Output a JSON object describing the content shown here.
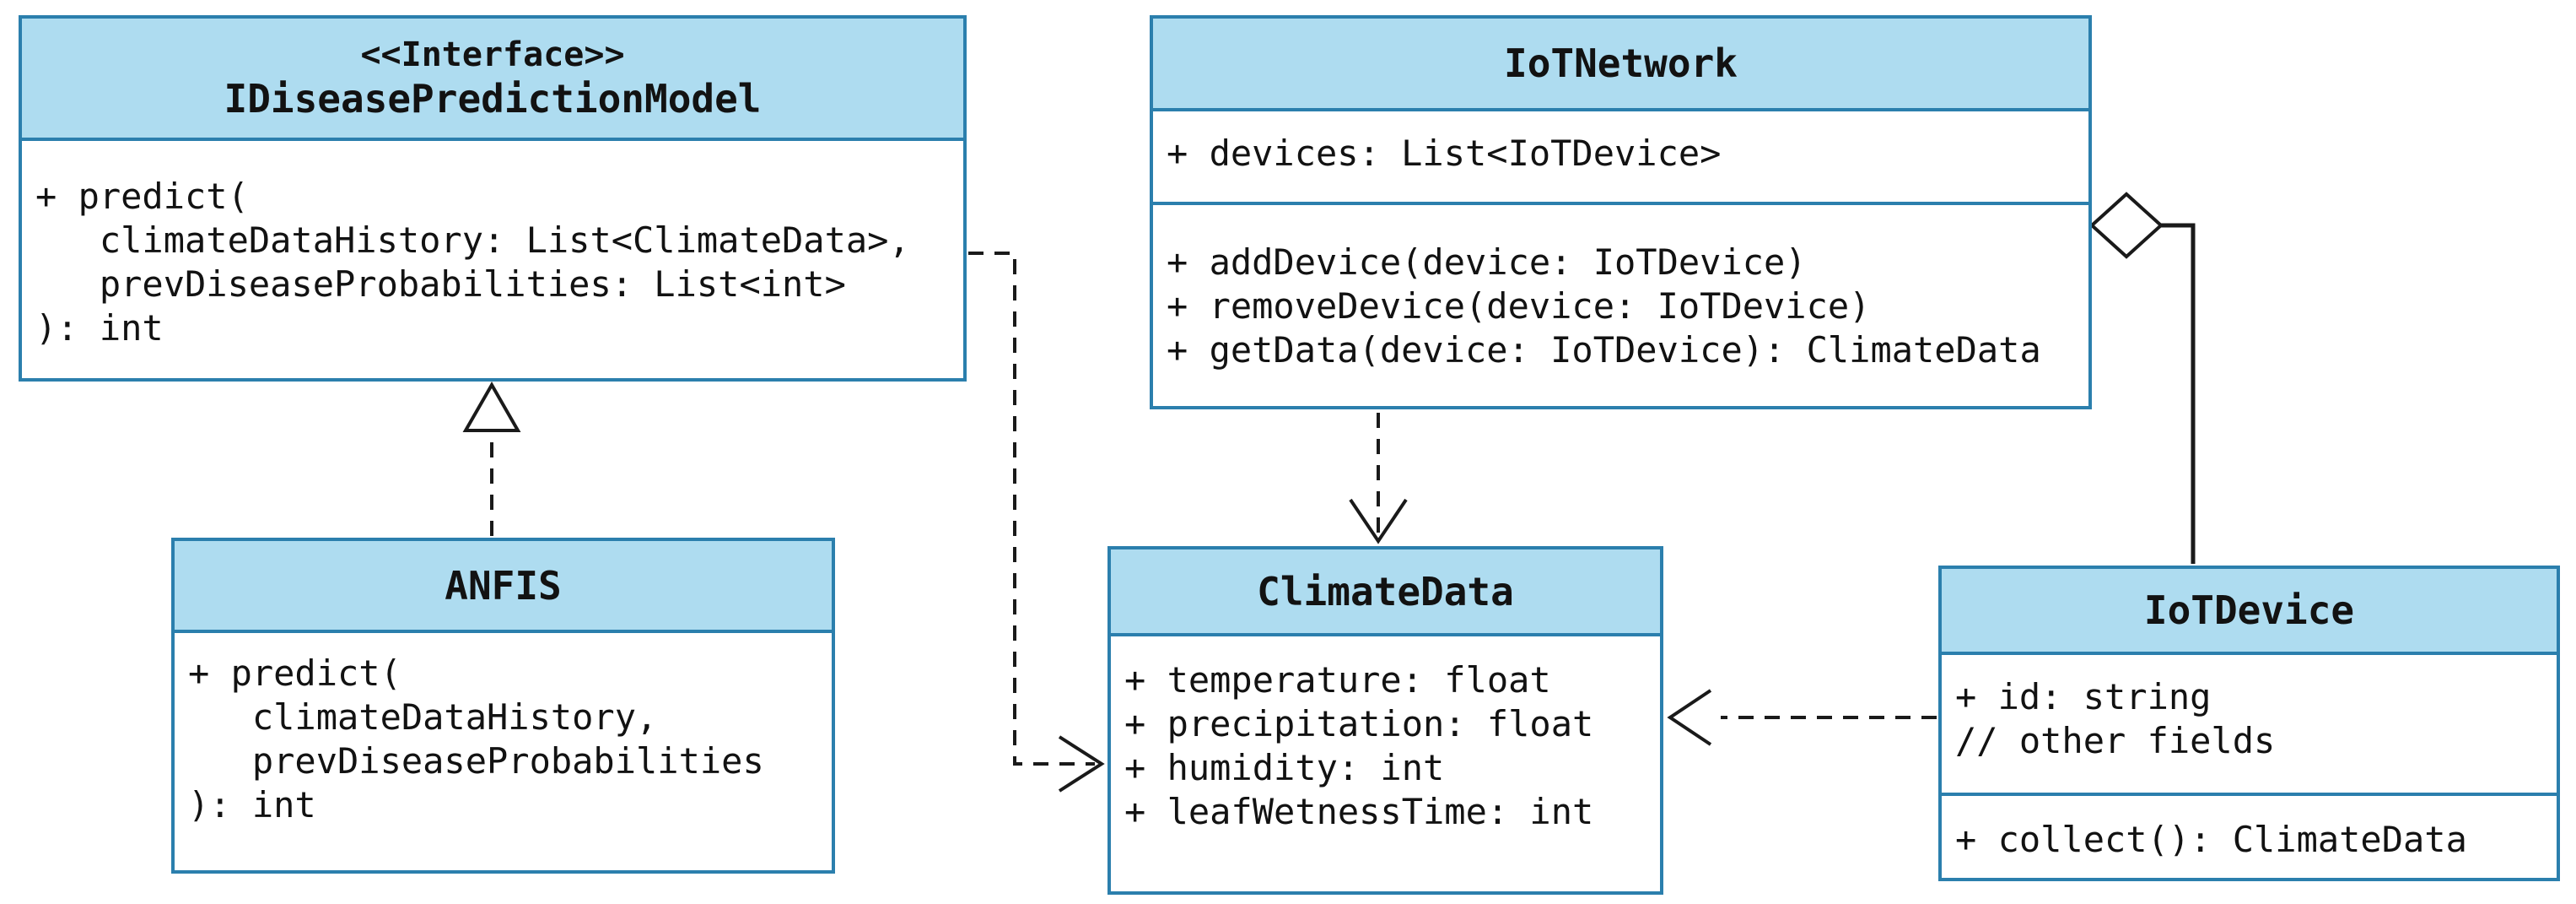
{
  "diagram": {
    "kind": "uml-class-diagram",
    "colors": {
      "header_fill": "#AEDCF0",
      "box_border": "#2B7FAD",
      "connector": "#1A1A1A",
      "background": "#FFFFFF"
    },
    "classes": {
      "interface_model": {
        "stereotype": "<<Interface>>",
        "name": "IDiseasePredictionModel",
        "members": [
          "+ predict(",
          "   climateDataHistory: List<ClimateData>,",
          "   prevDiseaseProbabilities: List<int>",
          "): int"
        ]
      },
      "iot_network": {
        "name": "IoTNetwork",
        "attributes": [
          "+ devices: List<IoTDevice>"
        ],
        "methods": [
          "+ addDevice(device: IoTDevice)",
          "+ removeDevice(device: IoTDevice)",
          "+ getData(device: IoTDevice): ClimateData"
        ]
      },
      "anfis": {
        "name": "ANFIS",
        "members": [
          "+ predict(",
          "   climateDataHistory,",
          "   prevDiseaseProbabilities",
          "): int"
        ]
      },
      "climate_data": {
        "name": "ClimateData",
        "attributes": [
          "+ temperature: float",
          "+ precipitation: float",
          "+ humidity: int",
          "+ leafWetnessTime: int"
        ]
      },
      "iot_device": {
        "name": "IoTDevice",
        "attributes": [
          "+ id: string",
          "// other fields"
        ],
        "methods": [
          "+ collect(): ClimateData"
        ]
      }
    },
    "relationships": [
      {
        "type": "realization",
        "from": "ANFIS",
        "to": "IDiseasePredictionModel",
        "line": "dashed",
        "marker": "hollow-triangle"
      },
      {
        "type": "dependency",
        "from": "IDiseasePredictionModel",
        "to": "ClimateData",
        "line": "dashed",
        "marker": "open-arrow"
      },
      {
        "type": "dependency",
        "from": "IoTNetwork",
        "to": "ClimateData",
        "line": "dashed",
        "marker": "open-arrow"
      },
      {
        "type": "dependency",
        "from": "IoTDevice",
        "to": "ClimateData",
        "line": "dashed",
        "marker": "open-arrow"
      },
      {
        "type": "aggregation",
        "from": "IoTNetwork",
        "to": "IoTDevice",
        "line": "solid",
        "marker": "hollow-diamond"
      }
    ]
  }
}
